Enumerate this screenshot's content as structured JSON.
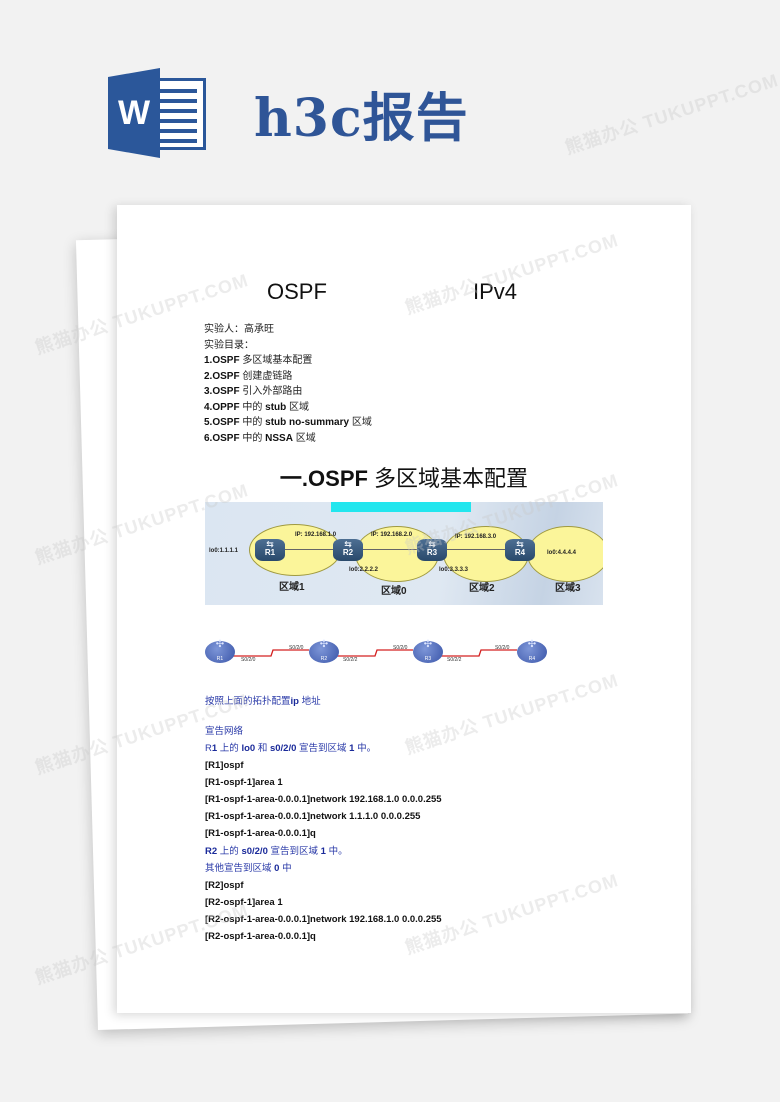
{
  "header": {
    "app_icon": "word-icon",
    "app_icon_letter": "W",
    "title": "h3c报告"
  },
  "document": {
    "heading_left": "OSPF",
    "heading_right": "IPv4",
    "experimenter": "实验人：高承旺",
    "toc_label": "实验目录：",
    "toc": [
      {
        "num": "1.OSPF",
        "text": " 多区域基本配置"
      },
      {
        "num": "2.OSPF",
        "text": " 创建虚链路"
      },
      {
        "num": "3.OSPF",
        "text": " 引入外部路由"
      },
      {
        "num": "4.OPPF",
        "text": " 中的 ",
        "b2": "stub",
        "t2": " 区域"
      },
      {
        "num": "5.OSPF",
        "text": " 中的 ",
        "b2": "stub no-summary",
        "t2": " 区域"
      },
      {
        "num": "6.OSPF",
        "text": " 中的 ",
        "b2": "NSSA",
        "t2": " 区域"
      }
    ],
    "section_title_prefix": "一.OSPF",
    "section_title_suffix": " 多区域基本配置",
    "topology": {
      "routers": [
        "R1",
        "R2",
        "R3",
        "R4"
      ],
      "networks": [
        "IP: 192.168.1.0",
        "IP: 192.168.2.0",
        "IP: 192.168.3.0"
      ],
      "loopbacks": [
        "lo0:1.1.1.1",
        "lo0:2.2.2.2",
        "lo0:3.3.3.3",
        "lo0:4.4.4.4"
      ],
      "areas": [
        "区域1",
        "区域0",
        "区域2",
        "区域3"
      ]
    },
    "serial_topology": {
      "routers": [
        "R1",
        "R2",
        "R3",
        "R4"
      ],
      "ports": [
        "S0/2/0",
        "S0/2/0",
        "S0/2/2",
        "S0/2/0",
        "S0/2/2",
        "S0/2/0"
      ]
    },
    "configure_ip_prefix": "按照上面的拓扑配置",
    "configure_ip_bold": "ip",
    "configure_ip_suffix": " 地址",
    "announce_heading": "宣告网络",
    "r1_note": {
      "a": "R",
      "b": "1",
      "c": " 上的 ",
      "d": "lo0",
      "e": " 和 ",
      "f": "s0/2/0",
      "g": " 宣告到区域 ",
      "h": "1",
      "i": " 中。"
    },
    "r1_commands": [
      "[R1]ospf",
      "[R1-ospf-1]area 1",
      "[R1-ospf-1-area-0.0.0.1]network 192.168.1.0 0.0.0.255",
      "[R1-ospf-1-area-0.0.0.1]network 1.1.1.0 0.0.0.255",
      "[R1-ospf-1-area-0.0.0.1]q"
    ],
    "r2_note": {
      "a": "R2",
      "b": " 上的 ",
      "c": "s0/2/0",
      "d": " 宣告到区域 ",
      "e": "1",
      "f": " 中。"
    },
    "r2_note2": {
      "a": "其他宣告到区域 ",
      "b": "0",
      "c": " 中"
    },
    "r2_commands": [
      "[R2]ospf",
      "[R2-ospf-1]area 1",
      "[R2-ospf-1-area-0.0.0.1]network 192.168.1.0 0.0.0.255",
      "[R2-ospf-1-area-0.0.0.1]q"
    ]
  },
  "watermark": "熊猫办公 TUKUPPT.COM",
  "colors": {
    "brand_blue": "#2b579a",
    "title_blue": "#2f5597",
    "note_blue": "#2a3aa8",
    "background": "#f2f2f2"
  }
}
